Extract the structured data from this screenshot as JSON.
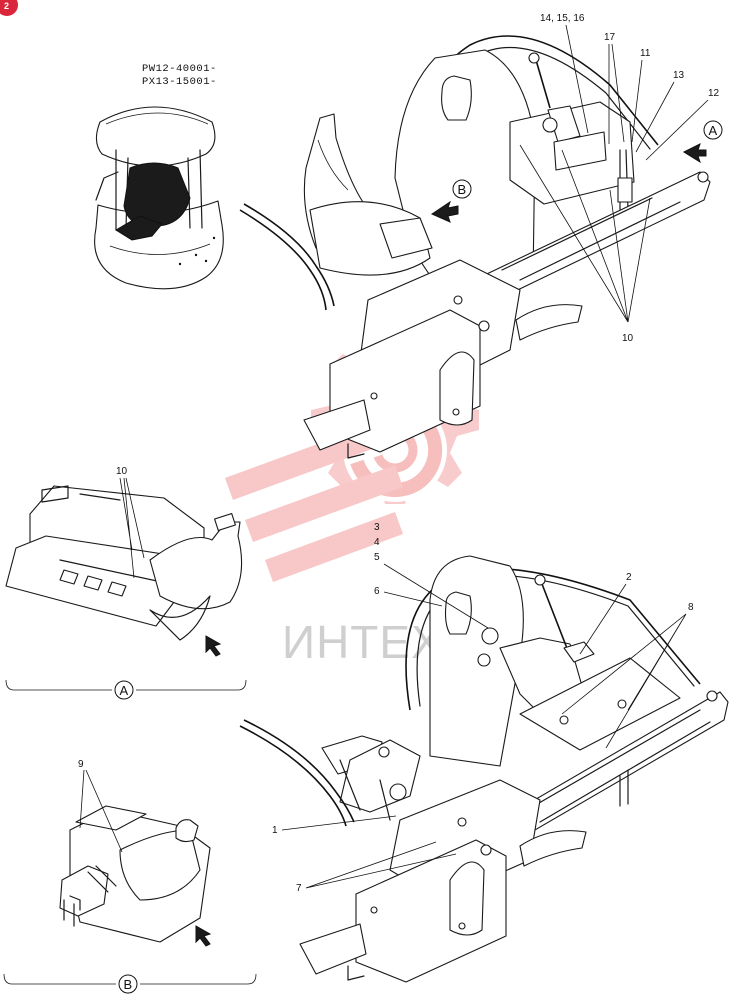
{
  "corner_badge": "2",
  "serial_range": [
    "PW12-40001-",
    "PX13-15001-"
  ],
  "view_labels": {
    "a": "A",
    "b": "B"
  },
  "watermark": {
    "text": "ИНТЕХ",
    "color": "#f28a8a"
  },
  "callouts": {
    "top": {
      "c14_15_16": "14, 15, 16",
      "c17": "17",
      "c11": "11",
      "c13": "13",
      "c12": "12",
      "c10": "10"
    },
    "view_a": {
      "c10": "10"
    },
    "bottom": {
      "c3": "3",
      "c4": "4",
      "c5": "5",
      "c6": "6",
      "c2": "2",
      "c8": "8",
      "c1": "1",
      "c7": "7"
    },
    "view_b": {
      "c9": "9"
    }
  },
  "colors": {
    "line": "#1a1a1a",
    "badge": "#d9263b"
  }
}
